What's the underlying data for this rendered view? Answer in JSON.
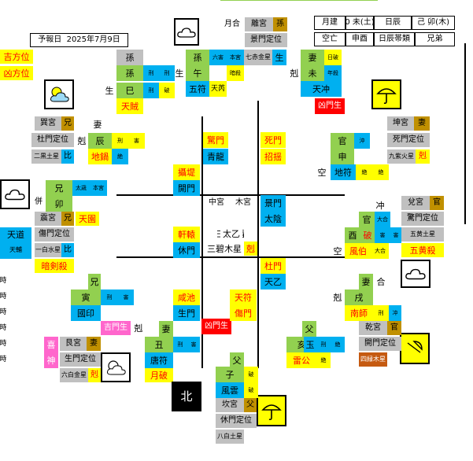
{
  "header": {
    "forecast_label": "予報日",
    "forecast_date": "2025年7月9日",
    "lucky_dir_label": "吉方位",
    "unlucky_dir_label": "凶方位",
    "month_label": "月建",
    "month_value": "0 未(土)",
    "day_label": "日辰",
    "day_value": "己 卯(木)",
    "void_label": "空亡",
    "void_value": "申酉",
    "daydir_label": "日辰帯類",
    "daydir_value": "兄弟"
  },
  "sky": {
    "label": "月合"
  },
  "board": {
    "north_label": "北",
    "center": {
      "palace": "中宮",
      "element": "木宮",
      "star": "三碧木星",
      "gate": "太乙",
      "marker": "剋"
    },
    "left_label": "併",
    "right_chong": "冲",
    "right_kong": "空",
    "left_kong": "空"
  },
  "n": {
    "palace": "離宮",
    "rel": "孫",
    "gate_label": "景門定位",
    "sub": "七赤金星",
    "kin": "生",
    "god": "五符",
    "branch": "午",
    "kin2": "孫",
    "star": "天芮",
    "note": "生",
    "mark1": "六害",
    "mark2": "本宮",
    "mark3": "暗殺"
  },
  "ne": {
    "kin": "妻",
    "branch": "未",
    "god": "天冲",
    "warn": "凶門生",
    "mark": "剋",
    "t1": "日破",
    "t2": "年殺"
  },
  "nw": {
    "kin": "孫",
    "branch": "巳",
    "star": "天賊",
    "note": "生",
    "t1": "刑",
    "t2": "刑",
    "t3": "刑",
    "t4": "破"
  },
  "w": {
    "palace": "巽宮",
    "rel": "兄",
    "gate_label": "杜門定位",
    "star_label": "二黒土星",
    "mark": "比",
    "kin": "妻",
    "branch": "辰",
    "god": "地鍋",
    "p1": "剋",
    "t1": "刑",
    "t2": "害",
    "t3": "絶"
  },
  "e": {
    "palace": "坤宮",
    "rel": "妻",
    "gate_label": "死門定位",
    "star_label": "九紫火星",
    "mark": "剋",
    "kin": "官",
    "branch": "申",
    "god": "地符",
    "mark2": "空",
    "t1": "沖",
    "t2": "絶"
  },
  "inner": {
    "g1": "驚門",
    "g2": "死門",
    "god1": "青龍",
    "god2": "招揺",
    "k1": "攝堤",
    "k2": "開門",
    "k3": "景門",
    "k4": "太陰",
    "k5": "杜門",
    "k6": "天乙",
    "k7": "軒轅",
    "k8": "休門"
  },
  "west": {
    "kin": "兄",
    "branch": "卯",
    "palace": "震宮",
    "rel": "兄",
    "gate": "傷門定位",
    "star": "天園",
    "label": "天道",
    "sub1": "天輔",
    "sub2": "一白水星",
    "mark": "比",
    "ev": "暗剣殺",
    "t1": "太歳",
    "t2": "本宮"
  },
  "east": {
    "palace": "兌宮",
    "rel": "官",
    "kin": "官",
    "gate": "驚門定位",
    "god": "風伯",
    "branch": "酉",
    "breaker": "破",
    "star": "五黄殺",
    "star_label": "五黄土星",
    "t1": "大合",
    "t2": "害"
  },
  "sw": {
    "kin": "兄",
    "branch": "寅",
    "god": "國印",
    "warn": "吉門生",
    "p1": "剋",
    "kin2": "妻",
    "b2": "丑",
    "g2": "唐符",
    "ev2": "月破",
    "palace": "艮宮",
    "rel": "妻",
    "gate": "生門定位",
    "star": "六白金星",
    "mark": "剋",
    "pn": "喜",
    "pn2": "神",
    "a1": "咸池",
    "a2": "生門",
    "warn2": "凶門生",
    "t1": "刑",
    "t2": "害"
  },
  "s": {
    "kin": "父",
    "branch": "子",
    "god": "風雲",
    "palace": "坎宮",
    "rel": "父",
    "gate": "休門定位",
    "star": "八白土星",
    "a1": "天符",
    "a2": "傷門",
    "t1": "破"
  },
  "se": {
    "kin": "妻",
    "tag": "合",
    "p1": "剋",
    "branch": "戌",
    "god": "南師",
    "palace": "乾宮",
    "rel": "官",
    "gate": "開門定位",
    "star": "四緑木星",
    "kin2": "父",
    "b2": "亥",
    "g2": "玉",
    "ev": "雷公",
    "t1": "刑",
    "t2": "冲",
    "t3": "絶"
  },
  "side": {
    "left_rows": [
      "時",
      "時",
      "時",
      "時",
      "時",
      "時"
    ]
  }
}
